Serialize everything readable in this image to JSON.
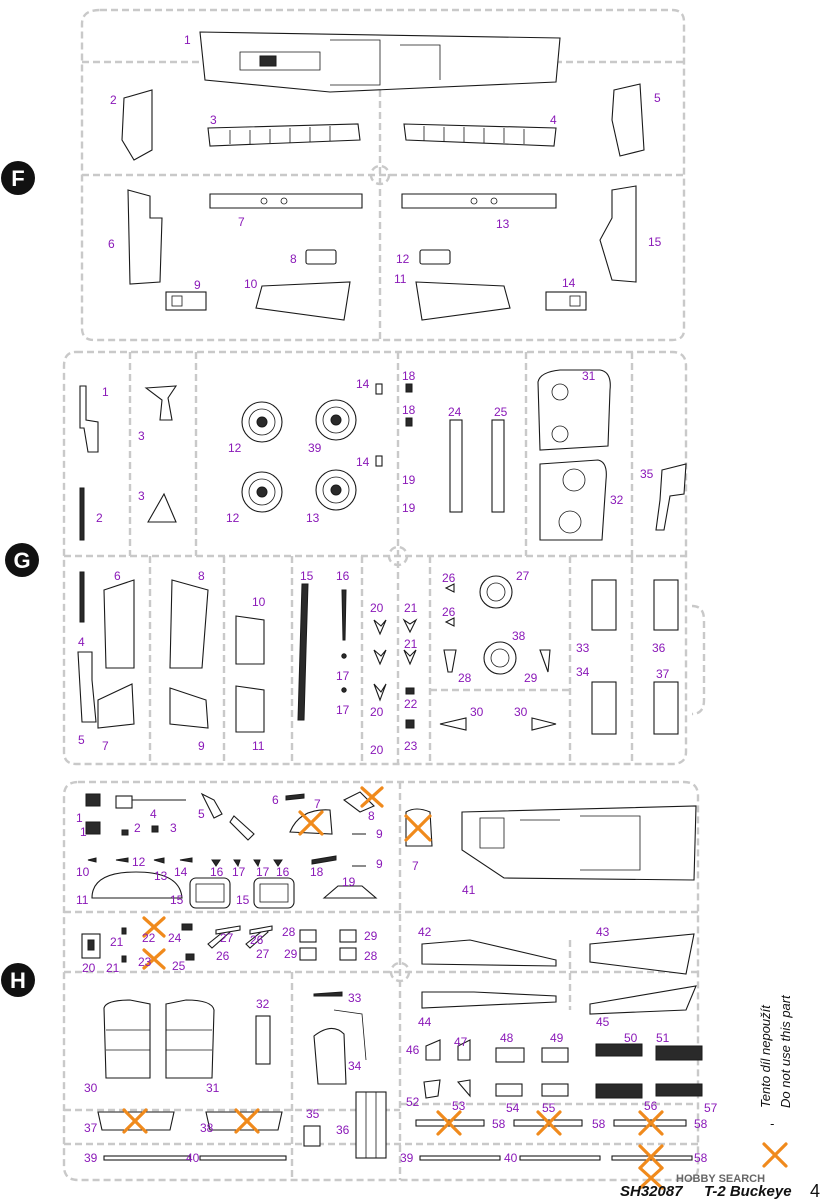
{
  "sprues": [
    {
      "letter": "F",
      "parts": [
        {
          "n": "1"
        },
        {
          "n": "2"
        },
        {
          "n": "3"
        },
        {
          "n": "4"
        },
        {
          "n": "5"
        },
        {
          "n": "6"
        },
        {
          "n": "7"
        },
        {
          "n": "8"
        },
        {
          "n": "9"
        },
        {
          "n": "10"
        },
        {
          "n": "11"
        },
        {
          "n": "12"
        },
        {
          "n": "13"
        },
        {
          "n": "14"
        },
        {
          "n": "15"
        }
      ]
    },
    {
      "letter": "G",
      "parts": [
        {
          "n": "1"
        },
        {
          "n": "2"
        },
        {
          "n": "3"
        },
        {
          "n": "3"
        },
        {
          "n": "4"
        },
        {
          "n": "5"
        },
        {
          "n": "6"
        },
        {
          "n": "7"
        },
        {
          "n": "8"
        },
        {
          "n": "9"
        },
        {
          "n": "10"
        },
        {
          "n": "11"
        },
        {
          "n": "12"
        },
        {
          "n": "12"
        },
        {
          "n": "13"
        },
        {
          "n": "14"
        },
        {
          "n": "14"
        },
        {
          "n": "15"
        },
        {
          "n": "16"
        },
        {
          "n": "17"
        },
        {
          "n": "17"
        },
        {
          "n": "18"
        },
        {
          "n": "18"
        },
        {
          "n": "19"
        },
        {
          "n": "19"
        },
        {
          "n": "20"
        },
        {
          "n": "20"
        },
        {
          "n": "20"
        },
        {
          "n": "21"
        },
        {
          "n": "21"
        },
        {
          "n": "22"
        },
        {
          "n": "23"
        },
        {
          "n": "24"
        },
        {
          "n": "25"
        },
        {
          "n": "26"
        },
        {
          "n": "26"
        },
        {
          "n": "27"
        },
        {
          "n": "28"
        },
        {
          "n": "29"
        },
        {
          "n": "30"
        },
        {
          "n": "30"
        },
        {
          "n": "31"
        },
        {
          "n": "32"
        },
        {
          "n": "33"
        },
        {
          "n": "34"
        },
        {
          "n": "35"
        },
        {
          "n": "36"
        },
        {
          "n": "37"
        },
        {
          "n": "38"
        },
        {
          "n": "39"
        }
      ]
    },
    {
      "letter": "H",
      "parts": [
        {
          "n": "1"
        },
        {
          "n": "1"
        },
        {
          "n": "2"
        },
        {
          "n": "3"
        },
        {
          "n": "4"
        },
        {
          "n": "5"
        },
        {
          "n": "6"
        },
        {
          "n": "7",
          "excluded": true
        },
        {
          "n": "7",
          "excluded": true
        },
        {
          "n": "8",
          "excluded": true
        },
        {
          "n": "9"
        },
        {
          "n": "9"
        },
        {
          "n": "10"
        },
        {
          "n": "11"
        },
        {
          "n": "12"
        },
        {
          "n": "13"
        },
        {
          "n": "14"
        },
        {
          "n": "15"
        },
        {
          "n": "15"
        },
        {
          "n": "16"
        },
        {
          "n": "16"
        },
        {
          "n": "17"
        },
        {
          "n": "17"
        },
        {
          "n": "18"
        },
        {
          "n": "19"
        },
        {
          "n": "20"
        },
        {
          "n": "21"
        },
        {
          "n": "21"
        },
        {
          "n": "22",
          "excluded": true
        },
        {
          "n": "23",
          "excluded": true
        },
        {
          "n": "24"
        },
        {
          "n": "25"
        },
        {
          "n": "26"
        },
        {
          "n": "26"
        },
        {
          "n": "27"
        },
        {
          "n": "27"
        },
        {
          "n": "28"
        },
        {
          "n": "28"
        },
        {
          "n": "29"
        },
        {
          "n": "29"
        },
        {
          "n": "30"
        },
        {
          "n": "31"
        },
        {
          "n": "32"
        },
        {
          "n": "33"
        },
        {
          "n": "34"
        },
        {
          "n": "35"
        },
        {
          "n": "36"
        },
        {
          "n": "37",
          "excluded": true
        },
        {
          "n": "38",
          "excluded": true
        },
        {
          "n": "39"
        },
        {
          "n": "39"
        },
        {
          "n": "40"
        },
        {
          "n": "40"
        },
        {
          "n": "41"
        },
        {
          "n": "42"
        },
        {
          "n": "43"
        },
        {
          "n": "44"
        },
        {
          "n": "45"
        },
        {
          "n": "46"
        },
        {
          "n": "47"
        },
        {
          "n": "48"
        },
        {
          "n": "49"
        },
        {
          "n": "50"
        },
        {
          "n": "51"
        },
        {
          "n": "52"
        },
        {
          "n": "53",
          "excluded": true
        },
        {
          "n": "54"
        },
        {
          "n": "55",
          "excluded": true
        },
        {
          "n": "56",
          "excluded": true
        },
        {
          "n": "57"
        },
        {
          "n": "58"
        },
        {
          "n": "58",
          "excluded": true
        },
        {
          "n": "58",
          "excluded": true
        },
        {
          "n": "58",
          "excluded": true
        }
      ]
    }
  ],
  "legend": {
    "line1": "Tento díl nepoužít",
    "line2": "Do not use this part",
    "dash": "-"
  },
  "footer": {
    "code": "SH32087",
    "title": "T-2 Buckeye",
    "page": "4"
  },
  "watermark": "HOBBY SEARCH",
  "colors": {
    "part_number": "#8a19b8",
    "exclusion_mark": "#f08a1c",
    "runner": "#c9c9c9",
    "outline": "#1a1a1a"
  }
}
